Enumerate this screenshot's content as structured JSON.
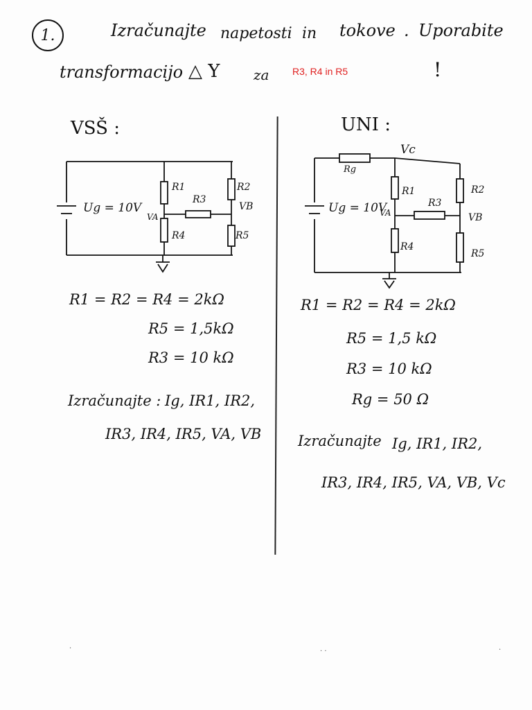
{
  "header": {
    "number": "1.",
    "line1": [
      "Izračunajte",
      "napetosti",
      "in",
      "tokove",
      ".",
      "Uporabite"
    ],
    "line2_word": "transformacijo",
    "line2_symbols": "△  Y",
    "line2_for": "za",
    "typed_note": "R3, R4 in R5",
    "mark": "!"
  },
  "left": {
    "heading": "VSŠ :",
    "source_label": "Ug = 10V",
    "node_a": "VA",
    "node_b": "VB",
    "r1": "R1",
    "r2": "R2",
    "r3": "R3",
    "r4": "R4",
    "r5": "R5",
    "values": [
      "R1 = R2 = R4 = 2kΩ",
      "R5 = 1,5kΩ",
      "R3 = 10 kΩ"
    ],
    "compute_label": "Izračunajte :",
    "compute_line1": "Ig, IR1, IR2,",
    "compute_line2": "IR3, IR4, IR5, VA, VB"
  },
  "right": {
    "heading": "UNI :",
    "source_label": "Ug = 10V",
    "rg_label": "Rg",
    "node_a": "VA",
    "node_b": "VB",
    "node_c": "Vc",
    "r1": "R1",
    "r2": "R2",
    "r3": "R3",
    "r4": "R4",
    "r5": "R5",
    "values": [
      "R1 = R2 = R4 = 2kΩ",
      "R5 = 1,5 kΩ",
      "R3 = 10 kΩ",
      "Rg = 50 Ω"
    ],
    "compute_label": "Izračunajte",
    "compute_line1": "Ig, IR1, IR2,",
    "compute_line2": "IR3, IR4, IR5, VA, VB, Vc"
  }
}
